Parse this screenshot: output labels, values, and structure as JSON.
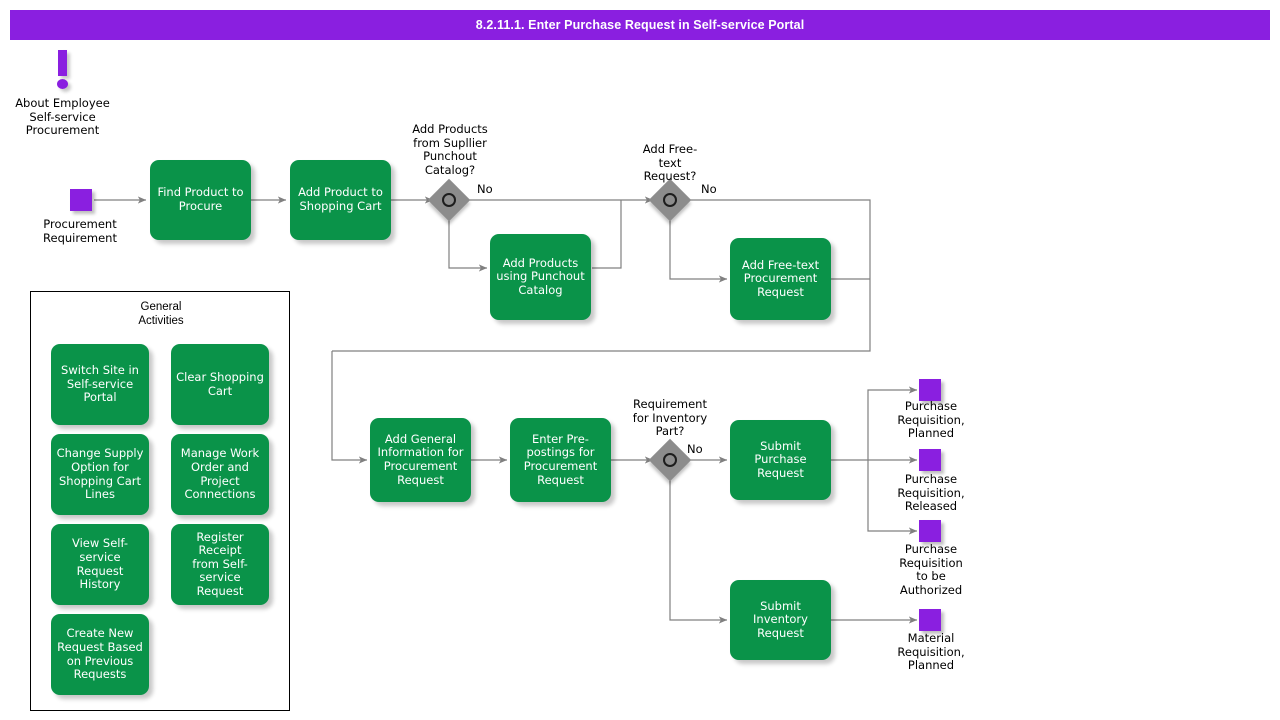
{
  "header": {
    "title": "8.2.11.1. Enter Purchase Request in Self-service Portal",
    "bar_color": "#8A1FE0",
    "text_color": "#FFFFFF"
  },
  "colors": {
    "activity_green": "#0A9349",
    "terminator_purple": "#8A1FE0",
    "gateway_gray": "#8C8C8C",
    "connector_gray": "#808080",
    "text_black": "#000000"
  },
  "info": {
    "icon": "exclamation-icon",
    "label": "About Employee\nSelf-service\nProcurement"
  },
  "start": {
    "icon": "start-terminator-square",
    "label": "Procurement\nRequirement"
  },
  "activities": {
    "find_product": "Find Product to\nProcure",
    "add_product_cart": "Add Product to\nShopping Cart",
    "add_products_punchout": "Add Products\nusing Punchout\nCatalog",
    "add_freetext": "Add Free-text\nProcurement\nRequest",
    "add_general_info": "Add General\nInformation for\nProcurement\nRequest",
    "enter_prepostings": "Enter Pre-\npostings for\nProcurement\nRequest",
    "submit_purchase": "Submit Purchase\nRequest",
    "submit_inventory": "Submit\nInventory\nRequest"
  },
  "gateways": [
    {
      "id": "punchout",
      "label": "Add Products\nfrom Supllier\nPunchout\nCatalog?",
      "branch_label": "No"
    },
    {
      "id": "freetext",
      "label": "Add Free-\ntext\nRequest?",
      "branch_label": "No"
    },
    {
      "id": "inventory",
      "label": "Requirement\nfor Inventory\nPart?",
      "branch_label": "No"
    }
  ],
  "end_nodes": [
    {
      "id": "pr-planned",
      "label": "Purchase\nRequisition,\nPlanned"
    },
    {
      "id": "pr-released",
      "label": "Purchase\nRequisition,\nReleased"
    },
    {
      "id": "pr-authorized",
      "label": "Purchase\nRequisition\nto be\nAuthorized"
    },
    {
      "id": "mr-planned",
      "label": "Material\nRequisition,\nPlanned"
    }
  ],
  "general_activities": {
    "title": "General\nActivities",
    "items": [
      "Switch Site in\nSelf-service\nPortal",
      "Clear Shopping\nCart",
      "Change Supply\nOption for\nShopping Cart\nLines",
      "Manage Work\nOrder and\nProject\nConnections",
      "View Self-\nservice Request\nHistory",
      "Register Receipt\nfrom Self-\nservice Request",
      "Create New\nRequest Based\non Previous\nRequests"
    ]
  }
}
